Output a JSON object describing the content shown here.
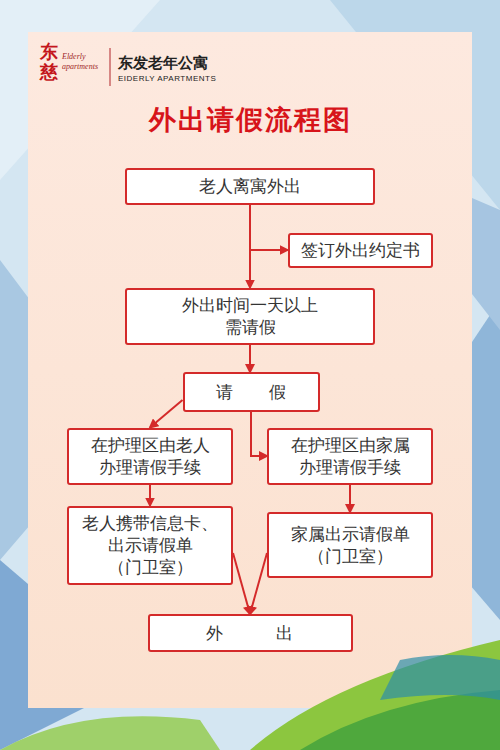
{
  "diagram": {
    "title": "外出请假流程图",
    "nodes": [
      {
        "text": [
          "老人离寓外出"
        ]
      },
      {
        "text": [
          "签订外出约定书"
        ]
      },
      {
        "text": [
          "外出时间一天以上 需请假"
        ]
      },
      {
        "text": [
          "请 假"
        ]
      },
      {
        "text": [
          "在护理区由老人 办理请假手续"
        ]
      },
      {
        "text": [
          "在护理区由家属 办理请假手续"
        ]
      },
      {
        "text": [
          "老人携带信息卡、 出示请假单 （门卫室）"
        ]
      },
      {
        "text": [
          "家属出示请假单 （门卫室）"
        ]
      },
      {
        "text": [
          "外 出"
        ]
      }
    ],
    "edges": [
      {
        "from": 0,
        "to": 1,
        "arrow": "to"
      },
      {
        "from": 0,
        "to": 2,
        "arrow": "to"
      },
      {
        "from": 2,
        "to": 3,
        "arrow": "to"
      },
      {
        "from": 3,
        "to": 4,
        "arrow": "to"
      },
      {
        "from": 3,
        "to": 5,
        "arrow": "to"
      },
      {
        "from": 4,
        "to": 6,
        "arrow": "to"
      },
      {
        "from": 5,
        "to": 7,
        "arrow": "to"
      },
      {
        "from": 6,
        "to": 8,
        "arrow": "to"
      },
      {
        "from": 7,
        "to": 8,
        "arrow": "to"
      }
    ],
    "labels": [
      "东慈",
      "Elderly apartments",
      "东发老年公寓",
      "EIDERLY APARTMENTS"
    ]
  }
}
